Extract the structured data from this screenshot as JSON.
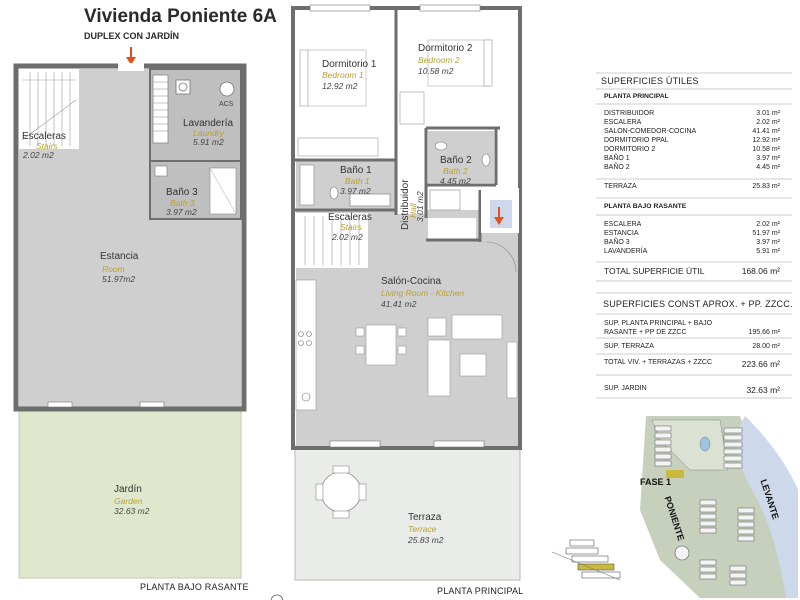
{
  "header": {
    "title": "Vivienda Poniente 6A",
    "subtitle": "DUPLEX CON JARDÍN"
  },
  "plans": {
    "lower_label": "PLANTA BAJO RASANTE",
    "main_label": "PLANTA PRINCIPAL"
  },
  "rooms": {
    "lower_escaleras": {
      "name": "Escaleras",
      "en": "Stairs",
      "area": "2.02 m2"
    },
    "lavanderia": {
      "name": "Lavandería",
      "en": "Laundry",
      "area": "5.91 m2"
    },
    "acs": "ACS",
    "bano3": {
      "name": "Baño 3",
      "en": "Bath 3",
      "area": "3.97 m2"
    },
    "estancia": {
      "name": "Estancia",
      "en": "Room",
      "area": "51.97m2"
    },
    "jardin": {
      "name": "Jardín",
      "en": "Garden",
      "area": "32.63 m2"
    },
    "dormitorio1": {
      "name": "Dormitorio 1",
      "en": "Bedroom 1",
      "area": "12.92 m2"
    },
    "dormitorio2": {
      "name": "Dormitorio 2",
      "en": "Bedroom 2",
      "area": "10.58 m2"
    },
    "bano1": {
      "name": "Baño 1",
      "en": "Bath 1",
      "area": "3.97 m2"
    },
    "bano2": {
      "name": "Baño 2",
      "en": "Bath 2",
      "area": "4.45 m2"
    },
    "distribuidor": {
      "name": "Distribuidor",
      "en": "Hall",
      "area": "3.01 m2"
    },
    "main_escaleras": {
      "name": "Escaleras",
      "en": "Stairs",
      "area": "2.02 m2"
    },
    "salon": {
      "name": "Salón-Cocina",
      "en": "Living Room - Kitchen",
      "area": "41.41 m2"
    },
    "terraza": {
      "name": "Terraza",
      "en": "Terrace",
      "area": "25.83 m2"
    }
  },
  "surfaces": {
    "utiles_title": "SUPERFICIES ÚTILES",
    "principal_title": "PLANTA PRINCIPAL",
    "principal_rows": [
      {
        "k": "DISTRIBUIDOR",
        "v": "3.01 m²"
      },
      {
        "k": "ESCALERA",
        "v": "2.02 m²"
      },
      {
        "k": "SALON-COMEDOR-COCINA",
        "v": "41.41 m²"
      },
      {
        "k": "DORMITORIO PPAL",
        "v": "12.92 m²"
      },
      {
        "k": "DORMITORIO 2",
        "v": "10.58 m²"
      },
      {
        "k": "BAÑO 1",
        "v": "3.97 m²"
      },
      {
        "k": "BAÑO 2",
        "v": "4.45 m²"
      }
    ],
    "terraza_row": {
      "k": "TERRAZA",
      "v": "25.83 m²"
    },
    "bajo_title": "PLANTA BAJO RASANTE",
    "bajo_rows": [
      {
        "k": "ESCALERA",
        "v": "2.02 m²"
      },
      {
        "k": "ESTANCIA",
        "v": "51.97 m²"
      },
      {
        "k": "BAÑO 3",
        "v": "3.97 m²"
      },
      {
        "k": "LAVANDERÍA",
        "v": "5.91 m²"
      }
    ],
    "total_util": {
      "k": "TOTAL SUPERFICIE ÚTIL",
      "v": "168.06 m²"
    },
    "const_title": "SUPERFICIES CONST APROX. + PP. ZZCC.",
    "const_row1_k1": "SUP. PLANTA PRINCIPAL + BAJO",
    "const_row1_k2": "RASANTE + PP DE ZZCC",
    "const_row1_v": "195.66 m²",
    "const_row2": {
      "k": "SUP. TERRAZA",
      "v": "28.00 m²"
    },
    "const_total": {
      "k": "TOTAL VIV. + TERRAZAS + ZZCC",
      "v": "223.66 m²"
    },
    "jardin_row": {
      "k": "SUP. JARDIN",
      "v": "32.63 m²"
    }
  },
  "site_map": {
    "fase": "FASE 1",
    "poniente": "PONIENTE",
    "levante": "LEVANTE"
  },
  "colors": {
    "room_fill": "#cfcfcf",
    "garden_fill": "#dfe8cc",
    "terrace_fill": "#e9ece9",
    "accent_arrow": "#e0531f",
    "label_en": "#b9a230"
  }
}
